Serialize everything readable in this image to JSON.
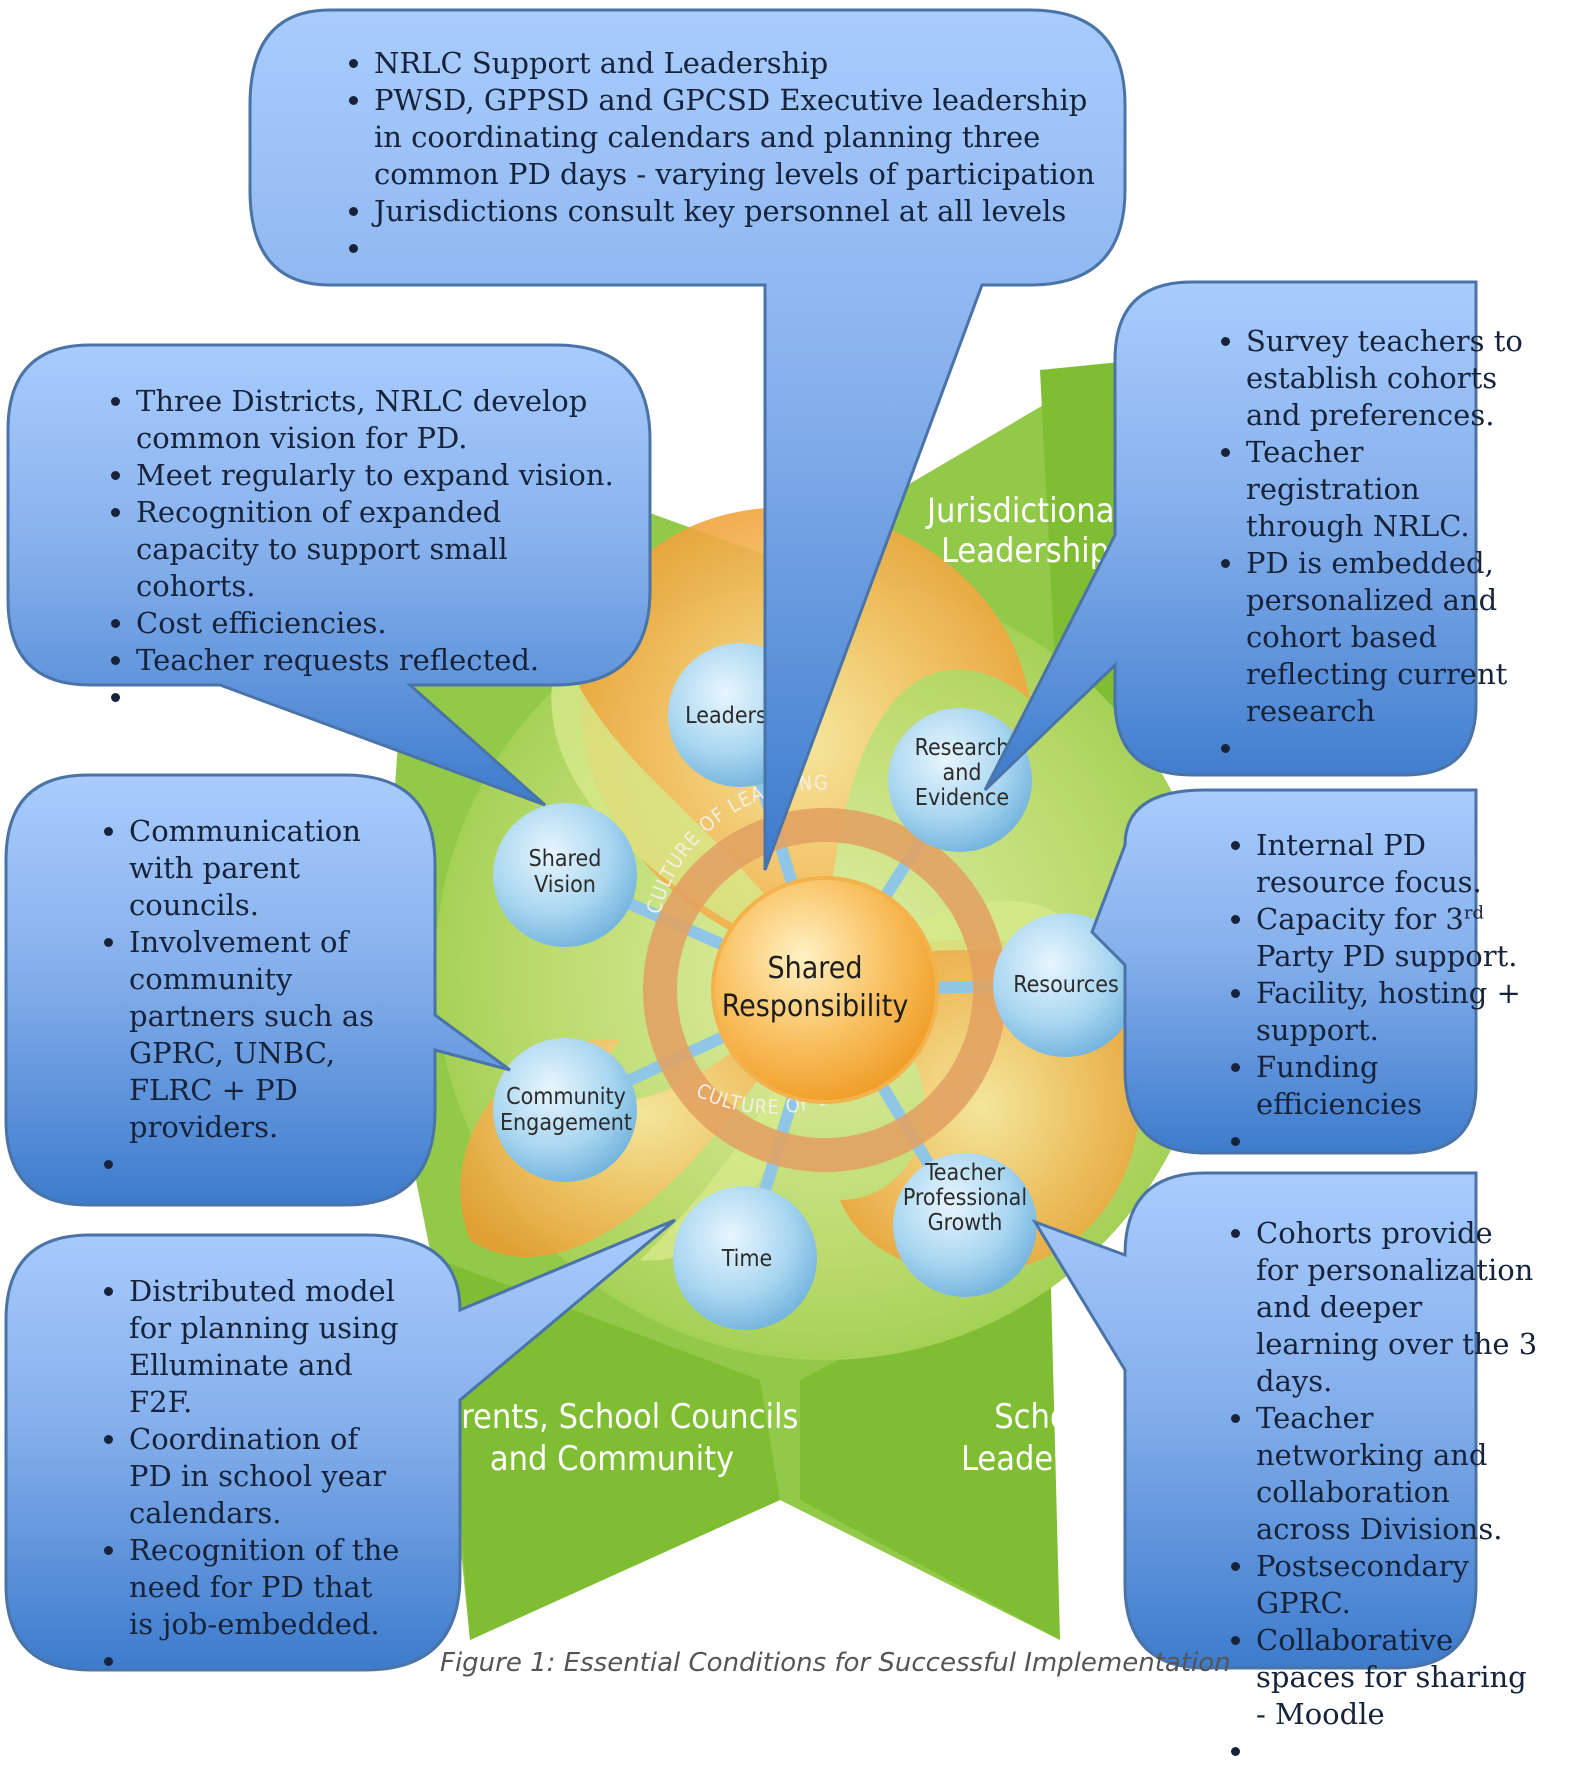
{
  "diagram": {
    "center_label_line1": "Shared",
    "center_label_line2": "Responsibility",
    "culture_top": "CULTURE OF LEARNING",
    "culture_bottom": "CULTURE OF LEARNING",
    "nodes": {
      "leadership": "Leadership",
      "research_1": "Research",
      "research_2": "and",
      "research_3": "Evidence",
      "shared_vision_1": "Shared",
      "shared_vision_2": "Vision",
      "resources": "Resources",
      "community_1": "Community",
      "community_2": "Engagement",
      "teacher_1": "Teacher",
      "teacher_2": "Professional",
      "teacher_3": "Growth",
      "time": "Time"
    },
    "bands": {
      "jurisdictional_1": "Jurisdictional",
      "jurisdictional_2": "Leadership",
      "parents_1": "Parents, School Councils",
      "parents_2": "and Community",
      "school_1": "School",
      "school_2": "Leadership"
    },
    "colors": {
      "callout_top": "#9fc3fb",
      "callout_bottom": "#3f7fd0",
      "green": "#8cc63f",
      "orange": "#f5a53a",
      "node_blue": "#aad7f0"
    }
  },
  "callouts": {
    "top": [
      "NRLC Support and Leadership",
      "PWSD, GPPSD and GPCSD Executive leadership in coordinating calendars and planning three common PD days - varying levels of participation",
      "Jurisdictions consult key personnel at all levels",
      ""
    ],
    "shared_vision": [
      "Three Districts, NRLC develop common vision for PD.",
      "Meet regularly to expand vision.",
      "Recognition of expanded capacity to support small cohorts.",
      "Cost efficiencies.",
      "Teacher requests reflected.",
      ""
    ],
    "research": [
      "Survey teachers to establish cohorts and preferences.",
      "Teacher registration through NRLC.",
      "PD is embedded, personalized and cohort based reflecting current research",
      ""
    ],
    "community": [
      "Communication with parent councils.",
      "Involvement of community partners such as GPRC, UNBC, FLRC + PD providers.",
      ""
    ],
    "resources": {
      "item1": "Internal PD resource focus.",
      "item2_pre": "Capacity for 3",
      "item2_sup": "rd",
      "item2_post": " Party PD support.",
      "item3": "Facility, hosting + support.",
      "item4": "Funding efficiencies",
      "item5": ""
    },
    "time": [
      "Distributed model for planning using Elluminate and F2F.",
      "Coordination of PD in school year calendars.",
      "Recognition of the need for PD that is job-embedded.",
      ""
    ],
    "teacher_growth": [
      "Cohorts provide for personalization and deeper learning over the 3 days.",
      "Teacher networking and collaboration across Divisions.",
      "Postsecondary GPRC.",
      "Collaborative spaces for sharing - Moodle",
      ""
    ]
  },
  "caption": "Figure 1: Essential Conditions for Successful Implementation"
}
